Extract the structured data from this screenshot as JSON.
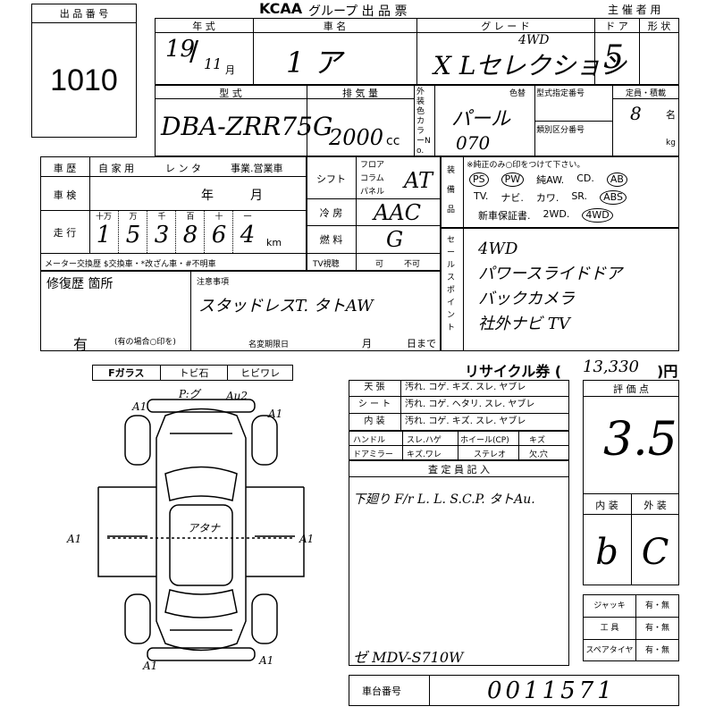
{
  "header": {
    "brand": "KCAA",
    "group_title": "グループ 出 品 票",
    "organizer": "主 催 者 用"
  },
  "lot": {
    "label": "出 品 番 号",
    "number": "1010"
  },
  "row1": {
    "year_label": "年 式",
    "year_value": "19",
    "month_value": "11",
    "month_unit": "月",
    "model_label": "車 名",
    "model_value": "1 ア",
    "grade_label": "グ レ ー ド",
    "grade_value": "X Lセレクション",
    "grade_note": "4WD",
    "doors_label": "ド ア",
    "doors_value": "5",
    "shape_label": "形 状"
  },
  "row2": {
    "type_label": "型 式",
    "type_value": "DBA-ZRR75G",
    "engine_label": "排 気 量",
    "engine_value": "2000",
    "engine_unit": "cc",
    "color_side_label": "外装色カラーNo.",
    "color_label": "色替",
    "color_value": "パール",
    "color_code": "070",
    "designation_label": "型式指定番号",
    "class_label": "類別区分番号",
    "capacity_label": "定員・積載",
    "capacity_value": "8",
    "capacity_unit": "名",
    "kg_unit": "kg"
  },
  "history": {
    "label": "車 歴",
    "opt1": "自 家 用",
    "opt2": "レ ン タ",
    "opt3": "事業.営業車"
  },
  "inspection": {
    "label": "車 検",
    "year": "年",
    "month": "月"
  },
  "mileage": {
    "label": "走 行",
    "units": [
      "十万",
      "万",
      "千",
      "百",
      "十",
      "一"
    ],
    "digits": [
      "1",
      "5",
      "3",
      "8",
      "6",
      "4"
    ],
    "unit": "km"
  },
  "meter": {
    "text": "メーター交換歴 $交換車・*改ざん車・#不明車"
  },
  "shift": {
    "label": "シフト",
    "opt1": "フロア",
    "opt2": "コラム",
    "opt3": "パネル",
    "value": "AT"
  },
  "cooling": {
    "label": "冷 房",
    "value": "AAC"
  },
  "fuel": {
    "label": "燃 料",
    "value": "G"
  },
  "tv": {
    "label": "TV視聴",
    "ok": "可",
    "ng": "不可"
  },
  "equipment": {
    "side_label": "装備品",
    "note": "※純正のみ○印をつけて下さい。",
    "line1": [
      "PS",
      "PW",
      "純AW.",
      "CD.",
      "AB"
    ],
    "line2": [
      "TV.",
      "ナビ.",
      "カワ.",
      "SR.",
      "ABS"
    ],
    "line3": [
      "新車保証書.",
      "2WD.",
      "4WD"
    ]
  },
  "sales_points": {
    "side_label": "セールスポイント",
    "items": [
      "4WD",
      "パワースライドドア",
      "バックカメラ",
      "社外ナビ TV"
    ]
  },
  "repair": {
    "label": "修復歴 箇所",
    "value": "有",
    "note": "(有の場合○印を)",
    "notes_label": "注意事項",
    "notes_value": "スタッドレスT. タトAW",
    "deadline_label": "名変期限日",
    "month": "月",
    "day": "日まで"
  },
  "glass": {
    "label": "Fガラス",
    "opt1": "トビ石",
    "opt2": "ヒビワレ"
  },
  "diagram": {
    "top_label": "P:グ",
    "top_right": "Au2",
    "marks_a": [
      "A1",
      "A1",
      "A1",
      "A1",
      "A1",
      "A1"
    ],
    "center": "アタナ"
  },
  "recycle": {
    "label": "リサイクル券 (",
    "value": "13,330",
    "unit": ")円"
  },
  "interior_table": {
    "rows": [
      {
        "label": "天 張",
        "value": "汚れ. コゲ. キズ. スレ. ヤブレ"
      },
      {
        "label": "シ ー ト",
        "value": "汚れ. コゲ. ヘタリ. スレ. ヤブレ"
      },
      {
        "label": "内 装",
        "value": "汚れ. コゲ. キズ. スレ. ヤブレ"
      }
    ],
    "handle_label": "ハンドル",
    "handle_value": "スレ.ハゲ",
    "wheel_label": "ホイール(CP)",
    "wheel_value": "キズ",
    "mirror_label": "ドアミラー",
    "mirror_value": "キズ.ワレ",
    "stereo_label": "ステレオ",
    "stereo_value": "欠.穴"
  },
  "inspector": {
    "label": "査 定 員 記 入",
    "text": "下廻り F/r L. L. S.C.P. タトAu."
  },
  "score": {
    "label": "評 価 点",
    "value": "3.5",
    "interior_label": "内 装",
    "exterior_label": "外 装",
    "interior_value": "b",
    "exterior_value": "C"
  },
  "accessories": [
    {
      "label": "ジャッキ",
      "value": "有・無"
    },
    {
      "label": "工 具",
      "value": "有・無"
    },
    {
      "label": "スペアタイヤ",
      "value": "有・無"
    }
  ],
  "vin": {
    "label": "車台番号",
    "value": "0011571",
    "prefix": "ゼ MDV-S710W"
  }
}
